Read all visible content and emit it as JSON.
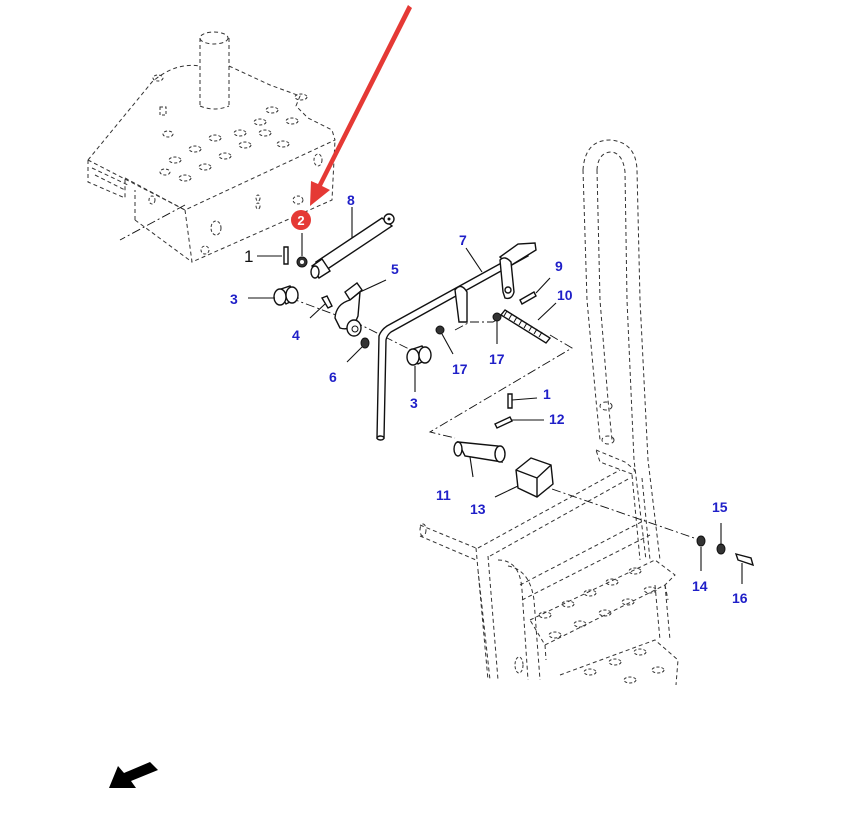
{
  "diagram": {
    "type": "exploded-parts-view",
    "highlight": {
      "part": "2",
      "badge_color": "#e53935",
      "arrow_color": "#e53935"
    },
    "callouts": [
      {
        "id": "c1a",
        "label": "1",
        "part": "pin"
      },
      {
        "id": "c2",
        "label": "2",
        "part": "washer (highlighted)"
      },
      {
        "id": "c3a",
        "label": "3",
        "part": "bushing"
      },
      {
        "id": "c3b",
        "label": "3",
        "part": "bushing"
      },
      {
        "id": "c4",
        "label": "4",
        "part": "bolt"
      },
      {
        "id": "c5",
        "label": "5",
        "part": "bracket"
      },
      {
        "id": "c6",
        "label": "6",
        "part": "nut"
      },
      {
        "id": "c7",
        "label": "7",
        "part": "lever rod"
      },
      {
        "id": "c8",
        "label": "8",
        "part": "gas strut"
      },
      {
        "id": "c9",
        "label": "9",
        "part": "bolt"
      },
      {
        "id": "c10",
        "label": "10",
        "part": "spring"
      },
      {
        "id": "c17a",
        "label": "17",
        "part": "washer"
      },
      {
        "id": "c17b",
        "label": "17",
        "part": "washer"
      },
      {
        "id": "c1b",
        "label": "1",
        "part": "pin"
      },
      {
        "id": "c12",
        "label": "12",
        "part": "pin"
      },
      {
        "id": "c11",
        "label": "11",
        "part": "shaft"
      },
      {
        "id": "c13",
        "label": "13",
        "part": "block"
      },
      {
        "id": "c14",
        "label": "14",
        "part": "washer"
      },
      {
        "id": "c15",
        "label": "15",
        "part": "washer"
      },
      {
        "id": "c16",
        "label": "16",
        "part": "bolt"
      }
    ],
    "colors": {
      "callout_text": "#1f1fc8",
      "line": "#111111",
      "background": "#ffffff",
      "direction_arrow": "#000000"
    }
  }
}
